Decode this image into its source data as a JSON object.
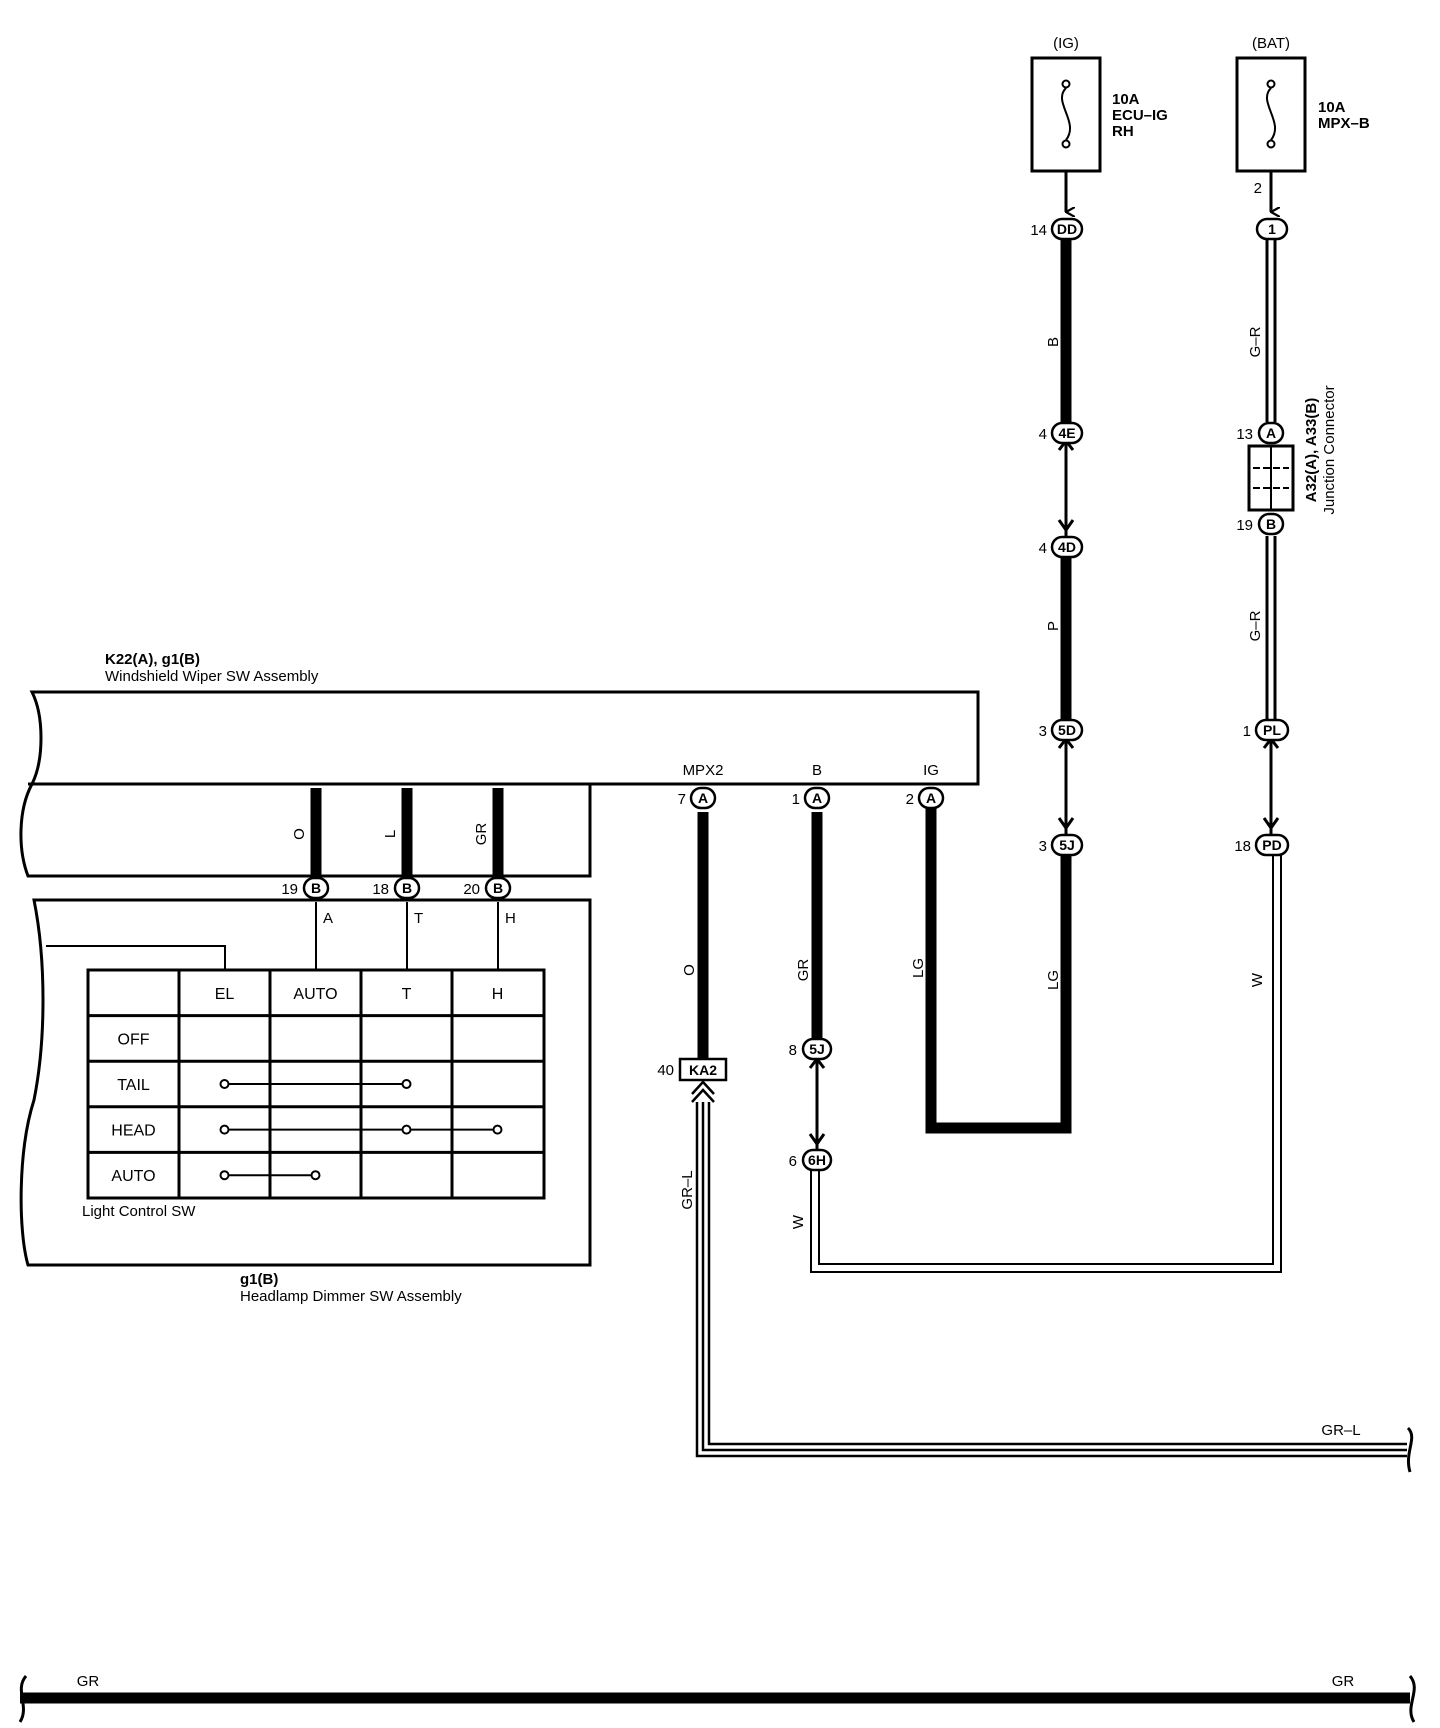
{
  "fuses": {
    "ig": {
      "source": "(IG)",
      "rating": "10A",
      "name_1": "ECU–IG",
      "name_2": "RH"
    },
    "bat": {
      "source": "(BAT)",
      "rating": "10A",
      "name": "MPX–B",
      "pin": "2"
    }
  },
  "connectors": {
    "dd": {
      "id": "DD",
      "pin": "14"
    },
    "e4": {
      "id": "4E",
      "pin": "4"
    },
    "d4": {
      "id": "4D",
      "pin": "4"
    },
    "d5": {
      "id": "5D",
      "pin": "3"
    },
    "j5_top": {
      "id": "5J",
      "pin": "3"
    },
    "bat1": {
      "id": "1",
      "pin": ""
    },
    "jcA": {
      "id": "A",
      "pin": "13"
    },
    "jcB": {
      "id": "B",
      "pin": "19"
    },
    "pl": {
      "id": "PL",
      "pin": "1"
    },
    "pd": {
      "id": "PD",
      "pin": "18"
    },
    "mpx2A": {
      "id": "A",
      "pin": "7"
    },
    "bA": {
      "id": "A",
      "pin": "1"
    },
    "igA": {
      "id": "A",
      "pin": "2"
    },
    "b19": {
      "id": "B",
      "pin": "19"
    },
    "b18": {
      "id": "B",
      "pin": "18"
    },
    "b20": {
      "id": "B",
      "pin": "20"
    },
    "ka2": {
      "id": "KA2",
      "pin": "40"
    },
    "j5_low": {
      "id": "5J",
      "pin": "8"
    },
    "h6": {
      "id": "6H",
      "pin": "6"
    }
  },
  "junction": {
    "title": "A32(A), A33(B)",
    "subtitle": "Junction Connector"
  },
  "wiper_assembly": {
    "code": "K22(A), g1(B)",
    "name": "Windshield Wiper SW Assembly",
    "term_mpx2": "MPX2",
    "term_b": "B",
    "term_ig": "IG"
  },
  "dimmer_assembly": {
    "code": "g1(B)",
    "name": "Headlamp Dimmer SW Assembly"
  },
  "wire_colors": {
    "ig_upper": "B",
    "ig_mid": "P",
    "ig_lower": "LG",
    "ig_branch": "LG",
    "bat_upper": "G–R",
    "bat_mid": "G–R",
    "bat_lower": "W",
    "sw_a": "O",
    "sw_t": "L",
    "sw_h": "GR",
    "mpx2": "O",
    "b_wire": "GR",
    "w_wire": "W",
    "grl_vert": "GR–L",
    "grl_horiz": "GR–L",
    "bottom_left": "GR",
    "bottom_right": "GR"
  },
  "switch_terms": {
    "a": "A",
    "t": "T",
    "h": "H"
  },
  "light_control": {
    "label": "Light Control SW",
    "columns": [
      "EL",
      "AUTO",
      "T",
      "H"
    ],
    "rows": [
      {
        "name": "OFF",
        "contacts": []
      },
      {
        "name": "TAIL",
        "contacts": [
          [
            "EL",
            "T"
          ]
        ]
      },
      {
        "name": "HEAD",
        "contacts": [
          [
            "EL",
            "T",
            "H"
          ]
        ]
      },
      {
        "name": "AUTO",
        "contacts": [
          [
            "EL",
            "AUTO"
          ]
        ]
      }
    ]
  },
  "colors": {
    "line": "#000000",
    "background": "#ffffff",
    "light_wire": "#9a9a9a"
  }
}
